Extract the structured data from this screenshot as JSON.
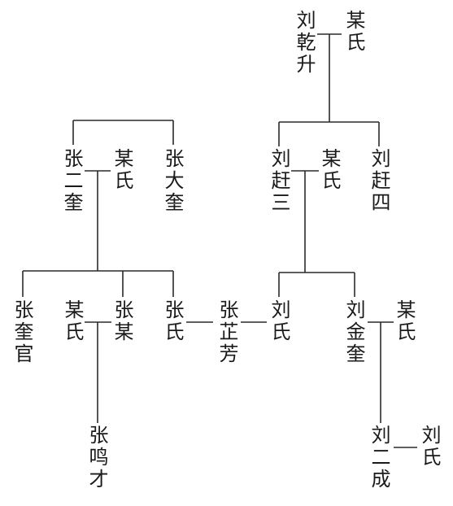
{
  "people": {
    "liu_qiansheng": "刘乾升",
    "liu_qiansheng_wife": "某氏",
    "liu_gansan": "刘赶三",
    "liu_gansan_wife": "某氏",
    "liu_gansi": "刘赶四",
    "zhang_erkui": "张二奎",
    "zhang_erkui_wife": "某氏",
    "zhang_dakui": "张大奎",
    "zhang_kuiguan": "张奎官",
    "zhang_mou_wife": "某氏",
    "zhang_mou": "张某",
    "zhang_shi": "张氏",
    "zhang_zhifang": "张芷芳",
    "liu_shi": "刘氏",
    "liu_jinkui": "刘金奎",
    "liu_jinkui_wife": "某氏",
    "zhang_mingcai": "张鸣才",
    "liu_ercheng": "刘二成",
    "liu_ercheng_wife": "刘氏"
  }
}
